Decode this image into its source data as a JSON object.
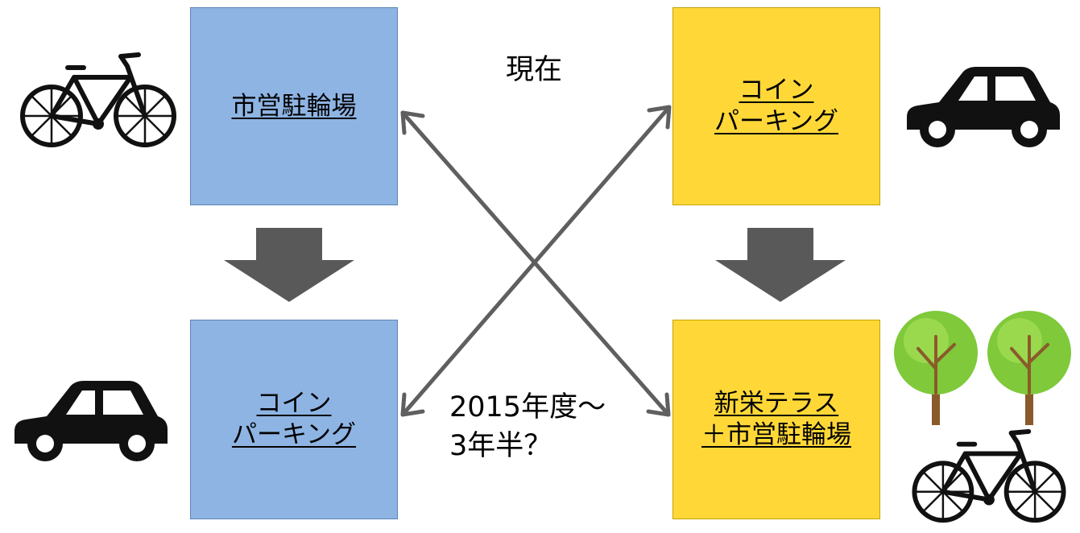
{
  "boxes": {
    "top_left": {
      "lines": [
        "市営駐輪場"
      ],
      "color": "#8eb4e3"
    },
    "bottom_left": {
      "lines": [
        "コイン",
        "パーキング"
      ],
      "color": "#8eb4e3"
    },
    "top_right": {
      "lines": [
        "コイン",
        "パーキング"
      ],
      "color": "#ffd838"
    },
    "bottom_right": {
      "lines": [
        "新栄テラス",
        "＋市営駐輪場"
      ],
      "color": "#ffd838"
    }
  },
  "labels": {
    "current": "現在",
    "period_line1": "2015年度～",
    "period_line2": "3年半？"
  },
  "icons": {
    "top_left": "bicycle-icon",
    "bottom_left": "car-icon",
    "top_right": "car-icon",
    "bottom_right_trees": "trees-icon",
    "bottom_right_bike": "bicycle-icon"
  },
  "colors": {
    "arrow": "#5f5f5f",
    "down_arrow": "#595959"
  }
}
